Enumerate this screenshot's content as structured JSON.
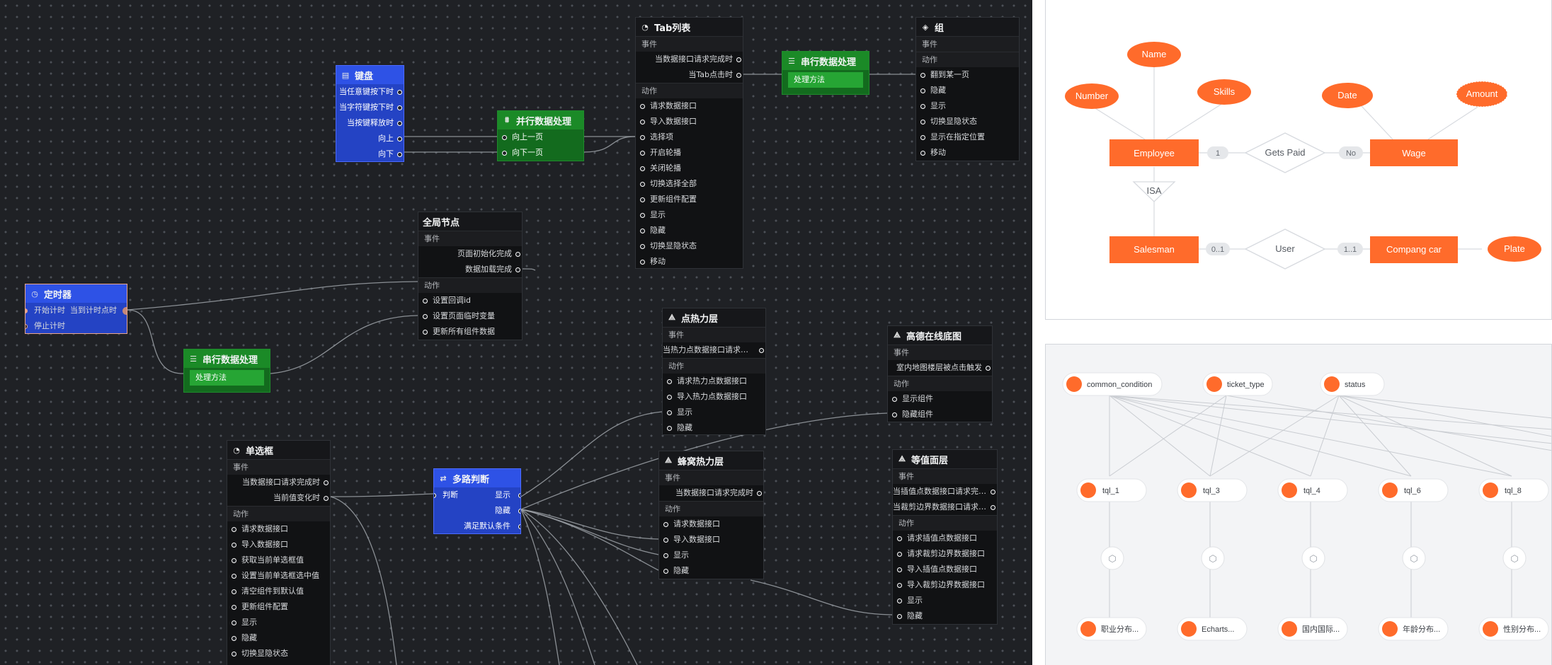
{
  "flow": {
    "sections": {
      "event": "事件",
      "action": "动作"
    },
    "keyboard": {
      "title": "键盘",
      "rows": [
        "当任意键按下时",
        "当字符键按下时",
        "当按键释放时",
        "向上",
        "向下"
      ]
    },
    "parallel": {
      "title": "并行数据处理",
      "rows": [
        "向上一页",
        "向下一页"
      ]
    },
    "tablist": {
      "title": "Tab列表",
      "events": [
        "当数据接口请求完成时",
        "当Tab点击时"
      ],
      "actions": [
        "请求数据接口",
        "导入数据接口",
        "选择项",
        "开启轮播",
        "关闭轮播",
        "切换选择全部",
        "更新组件配置",
        "显示",
        "隐藏",
        "切换显隐状态",
        "移动"
      ]
    },
    "serial_top": {
      "title": "串行数据处理",
      "inner": "处理方法"
    },
    "group": {
      "title": "组",
      "action_label": "动作",
      "actions": [
        "翻到某一页",
        "隐藏",
        "显示",
        "切换显隐状态",
        "显示在指定位置",
        "移动"
      ]
    },
    "global": {
      "title": "全局节点",
      "events": [
        "页面初始化完成",
        "数据加载完成"
      ],
      "actions": [
        "设置回调id",
        "设置页面临时变量",
        "更新所有组件数据"
      ]
    },
    "timer": {
      "title": "定时器",
      "left_rows": [
        "开始计时",
        "停止计时"
      ],
      "right_row": "当到计时点时"
    },
    "serial_mid": {
      "title": "串行数据处理",
      "inner": "处理方法"
    },
    "heatpoint": {
      "title": "点热力层",
      "events": [
        "当热力点数据接口请求完成时"
      ],
      "actions": [
        "请求热力点数据接口",
        "导入热力点数据接口",
        "显示",
        "隐藏"
      ]
    },
    "gaode": {
      "title": "高德在线底图",
      "events": [
        "室内地图楼层被点击触发"
      ],
      "actions": [
        "显示组件",
        "隐藏组件"
      ]
    },
    "radio": {
      "title": "单选框",
      "events": [
        "当数据接口请求完成时",
        "当前值变化时"
      ],
      "actions": [
        "请求数据接口",
        "导入数据接口",
        "获取当前单选框值",
        "设置当前单选框选中值",
        "清空组件到默认值",
        "更新组件配置",
        "显示",
        "隐藏",
        "切换显隐状态"
      ]
    },
    "multi": {
      "title": "多路判断",
      "left_row": "判断",
      "right_rows": [
        "显示",
        "隐藏",
        "满足默认条件"
      ]
    },
    "honeycomb": {
      "title": "蜂窝热力层",
      "events": [
        "当数据接口请求完成时"
      ],
      "actions": [
        "请求数据接口",
        "导入数据接口",
        "显示",
        "隐藏"
      ]
    },
    "isoline": {
      "title": "等值面层",
      "events": [
        "当插值点数据接口请求完成时",
        "当裁剪边界数据接口请求完成时"
      ],
      "actions": [
        "请求插值点数据接口",
        "请求裁剪边界数据接口",
        "导入插值点数据接口",
        "导入裁剪边界数据接口",
        "显示",
        "隐藏"
      ]
    }
  },
  "er": {
    "entities": [
      "Employee",
      "Wage",
      "Salesman",
      "Compang car"
    ],
    "attributes": [
      "Name",
      "Number",
      "Skills",
      "Date",
      "Amount",
      "Plate"
    ],
    "relations": [
      "Gets Paid",
      "User"
    ],
    "isa": "ISA",
    "cardinalities": [
      "1",
      "No",
      "0..1",
      "1..1"
    ]
  },
  "lineage": {
    "sources": [
      "common_condition",
      "ticket_type",
      "status"
    ],
    "tables": [
      "tql_1",
      "tql_3",
      "tql_4",
      "tql_6",
      "tql_8"
    ],
    "outputs": [
      "职业分布...",
      "Echarts...",
      "国内国际...",
      "年龄分布...",
      "性别分布..."
    ]
  },
  "colors": {
    "accent_orange": "#ff6b2b",
    "node_blue": "#2e52e6",
    "node_green": "#1b8a27",
    "canvas": "#1f2125"
  }
}
